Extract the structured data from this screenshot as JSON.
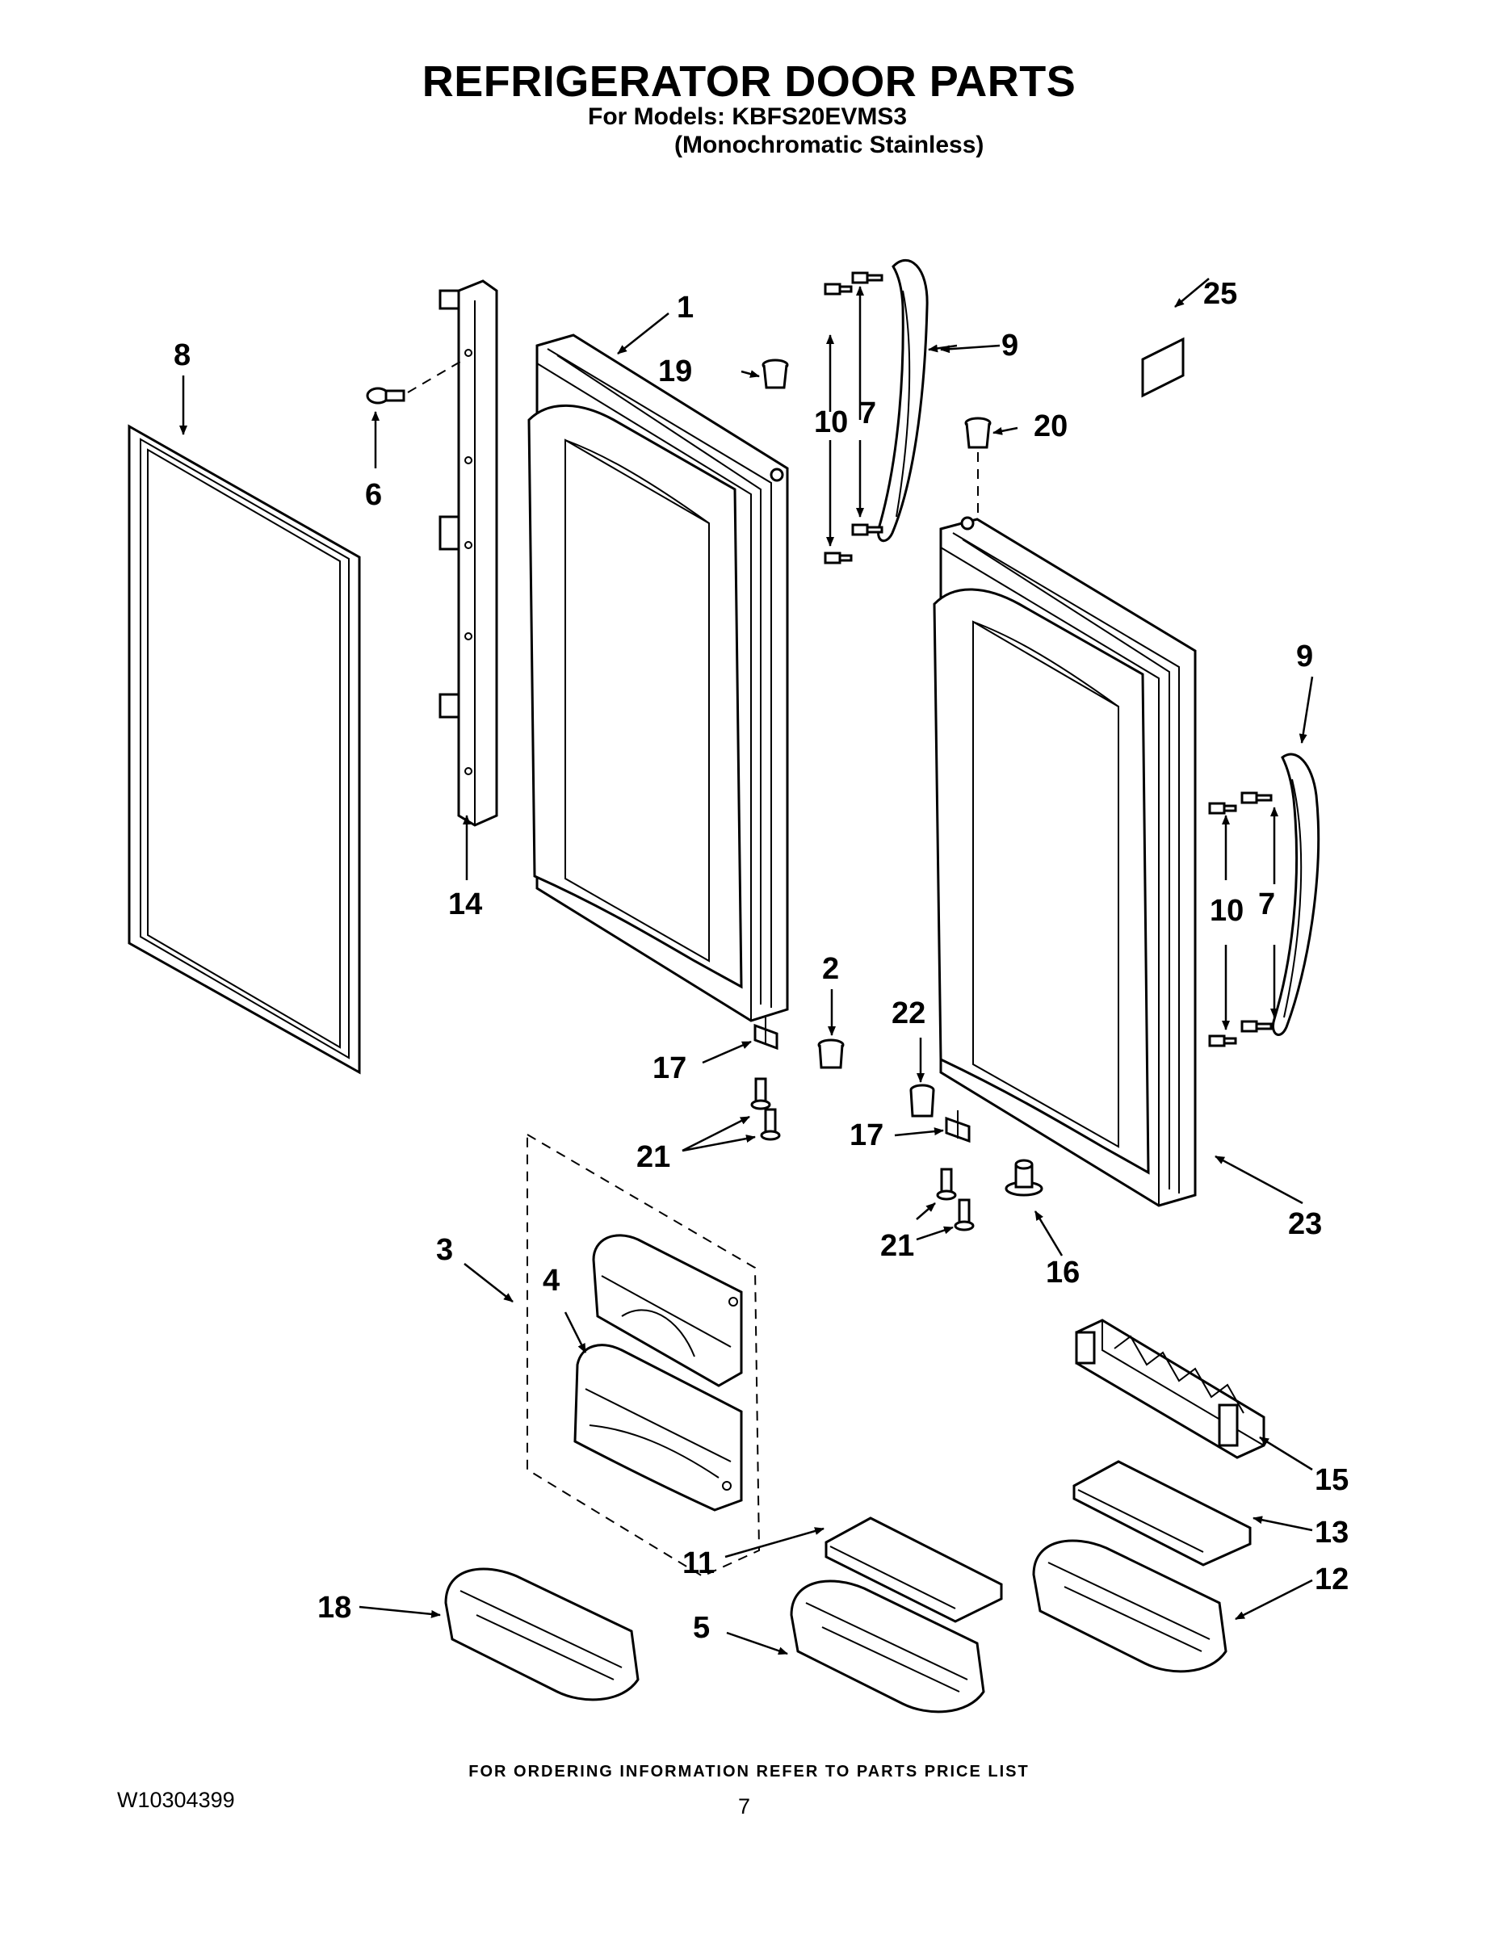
{
  "header": {
    "title": "REFRIGERATOR DOOR PARTS",
    "subtitle_models": "For Models: KBFS20EVMS3",
    "subtitle_finish": "(Monochromatic Stainless)"
  },
  "footer": {
    "ordering_note": "FOR ORDERING INFORMATION REFER TO PARTS PRICE LIST",
    "document_number": "W10304399",
    "page_number": "7"
  },
  "callouts": {
    "c1": "1",
    "c2": "2",
    "c3": "3",
    "c4": "4",
    "c5": "5",
    "c6": "6",
    "c7a": "7",
    "c7b": "7",
    "c8": "8",
    "c9a": "9",
    "c9b": "9",
    "c10a": "10",
    "c10b": "10",
    "c11": "11",
    "c12": "12",
    "c13": "13",
    "c14": "14",
    "c15": "15",
    "c16": "16",
    "c17a": "17",
    "c17b": "17",
    "c18": "18",
    "c19": "19",
    "c20": "20",
    "c21a": "21",
    "c21b": "21",
    "c22": "22",
    "c23": "23",
    "c25": "25"
  }
}
